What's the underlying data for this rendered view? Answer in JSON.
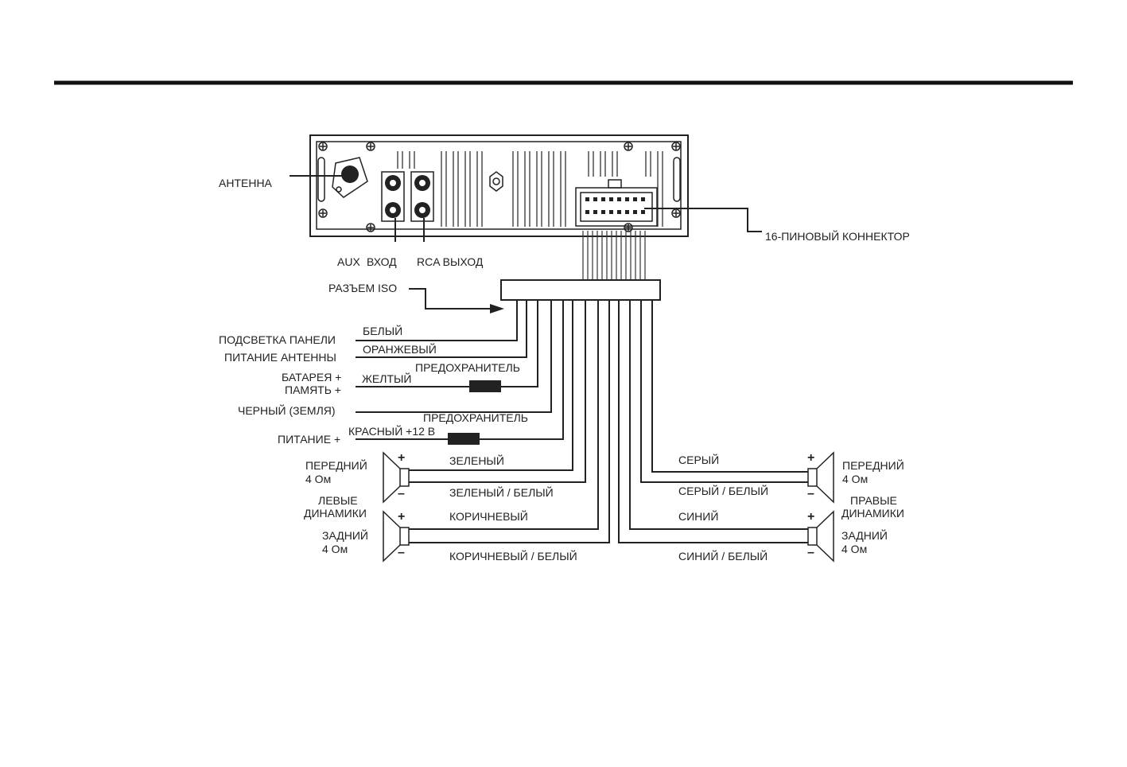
{
  "labels": {
    "antenna": "АНТЕННА",
    "aux_in_1": "AUX",
    "aux_in_2": "ВХОД",
    "rca_out": "RCA ВЫХОД",
    "connector16": "16-ПИНОВЫЙ КОННЕКТОР",
    "iso_connector": "РАЗЪЕМ ISO",
    "panel_light": "ПОДСВЕТКА ПАНЕЛИ",
    "white": "БЕЛЫЙ",
    "antenna_power": "ПИТАНИЕ АНТЕННЫ",
    "orange": "ОРАНЖЕВЫЙ",
    "battery_1": "БАТАРЕЯ +",
    "battery_2": "ПАМЯТЬ +",
    "yellow": "ЖЕЛТЫЙ",
    "fuse_1": "ПРЕДОХРАНИТЕЛЬ",
    "black_ground": "ЧЕРНЫЙ (ЗЕМЛЯ)",
    "fuse_2": "ПРЕДОХРАНИТЕЛЬ",
    "power": "ПИТАНИЕ +",
    "red": "КРАСНЫЙ +12 В",
    "green": "ЗЕЛЕНЫЙ",
    "green_white": "ЗЕЛЕНЫЙ / БЕЛЫЙ",
    "brown": "КОРИЧНЕВЫЙ",
    "brown_white": "КОРИЧНЕВЫЙ / БЕЛЫЙ",
    "gray": "СЕРЫЙ",
    "gray_white": "СЕРЫЙ / БЕЛЫЙ",
    "blue": "СИНИЙ",
    "blue_white": "СИНИЙ / БЕЛЫЙ",
    "left_front_1": "ПЕРЕДНИЙ",
    "left_front_2": "4 Ом",
    "left_group_1": "ЛЕВЫЕ",
    "left_group_2": "ДИНАМИКИ",
    "left_rear_1": "ЗАДНИЙ",
    "left_rear_2": "4 Ом",
    "right_front_1": "ПЕРЕДНИЙ",
    "right_front_2": "4 Ом",
    "right_group_1": "ПРАВЫЕ",
    "right_group_2": "ДИНАМИКИ",
    "right_rear_1": "ЗАДНИЙ",
    "right_rear_2": "4 Ом",
    "plus": "+",
    "minus": "–"
  }
}
